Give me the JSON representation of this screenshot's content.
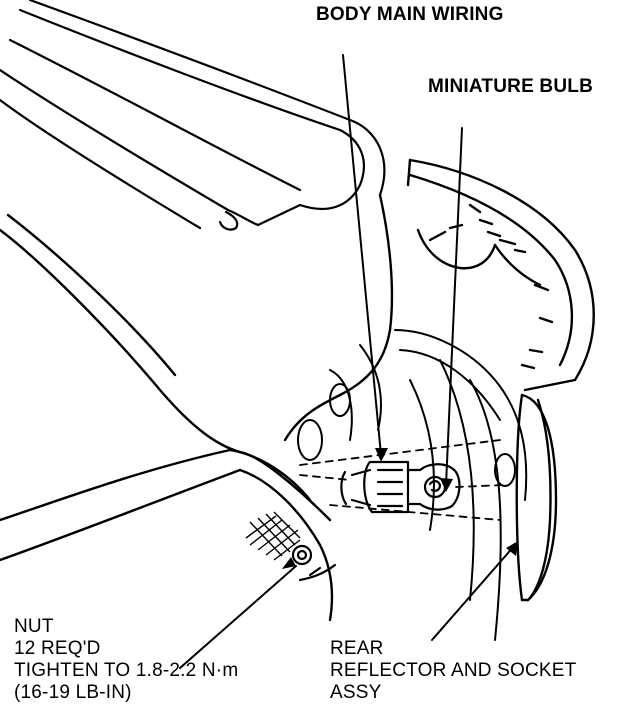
{
  "labels": {
    "body_main_wiring": "BODY MAIN WIRING",
    "miniature_bulb": "MINIATURE BULB",
    "nut": {
      "line1": "NUT",
      "line2": "12 REQ'D",
      "line3": "TIGHTEN TO 1.8-2.2 N·m",
      "line4": "(16-19 LB-IN)"
    },
    "rear_reflector": {
      "line1": "REAR",
      "line2": "REFLECTOR AND SOCKET",
      "line3": "ASSY"
    }
  },
  "colors": {
    "ink": "#000000",
    "paper": "#ffffff"
  }
}
